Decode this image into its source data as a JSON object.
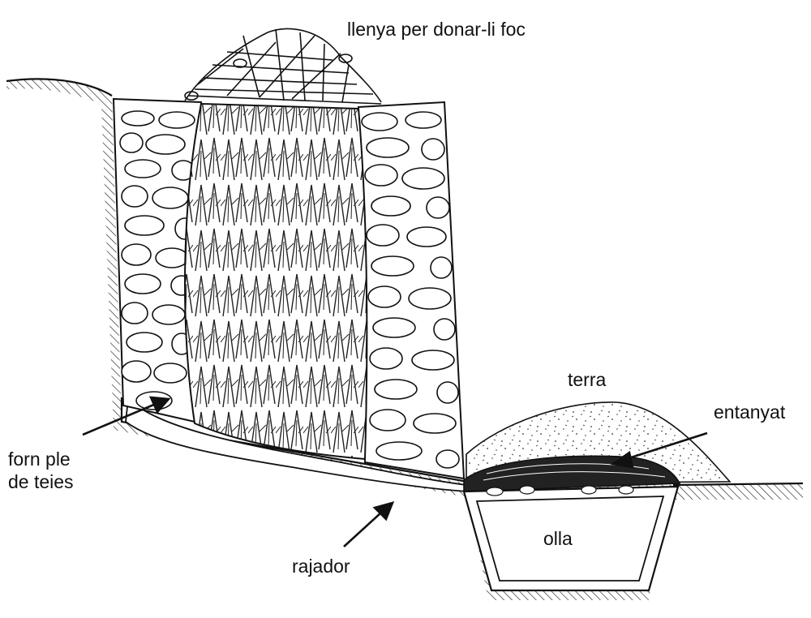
{
  "labels": {
    "firewood": "llenya per donar-li foc",
    "oven": "forn ple\nde teies",
    "channel": "rajador",
    "soil": "terra",
    "cover": "entanyat",
    "pot": "olla"
  }
}
